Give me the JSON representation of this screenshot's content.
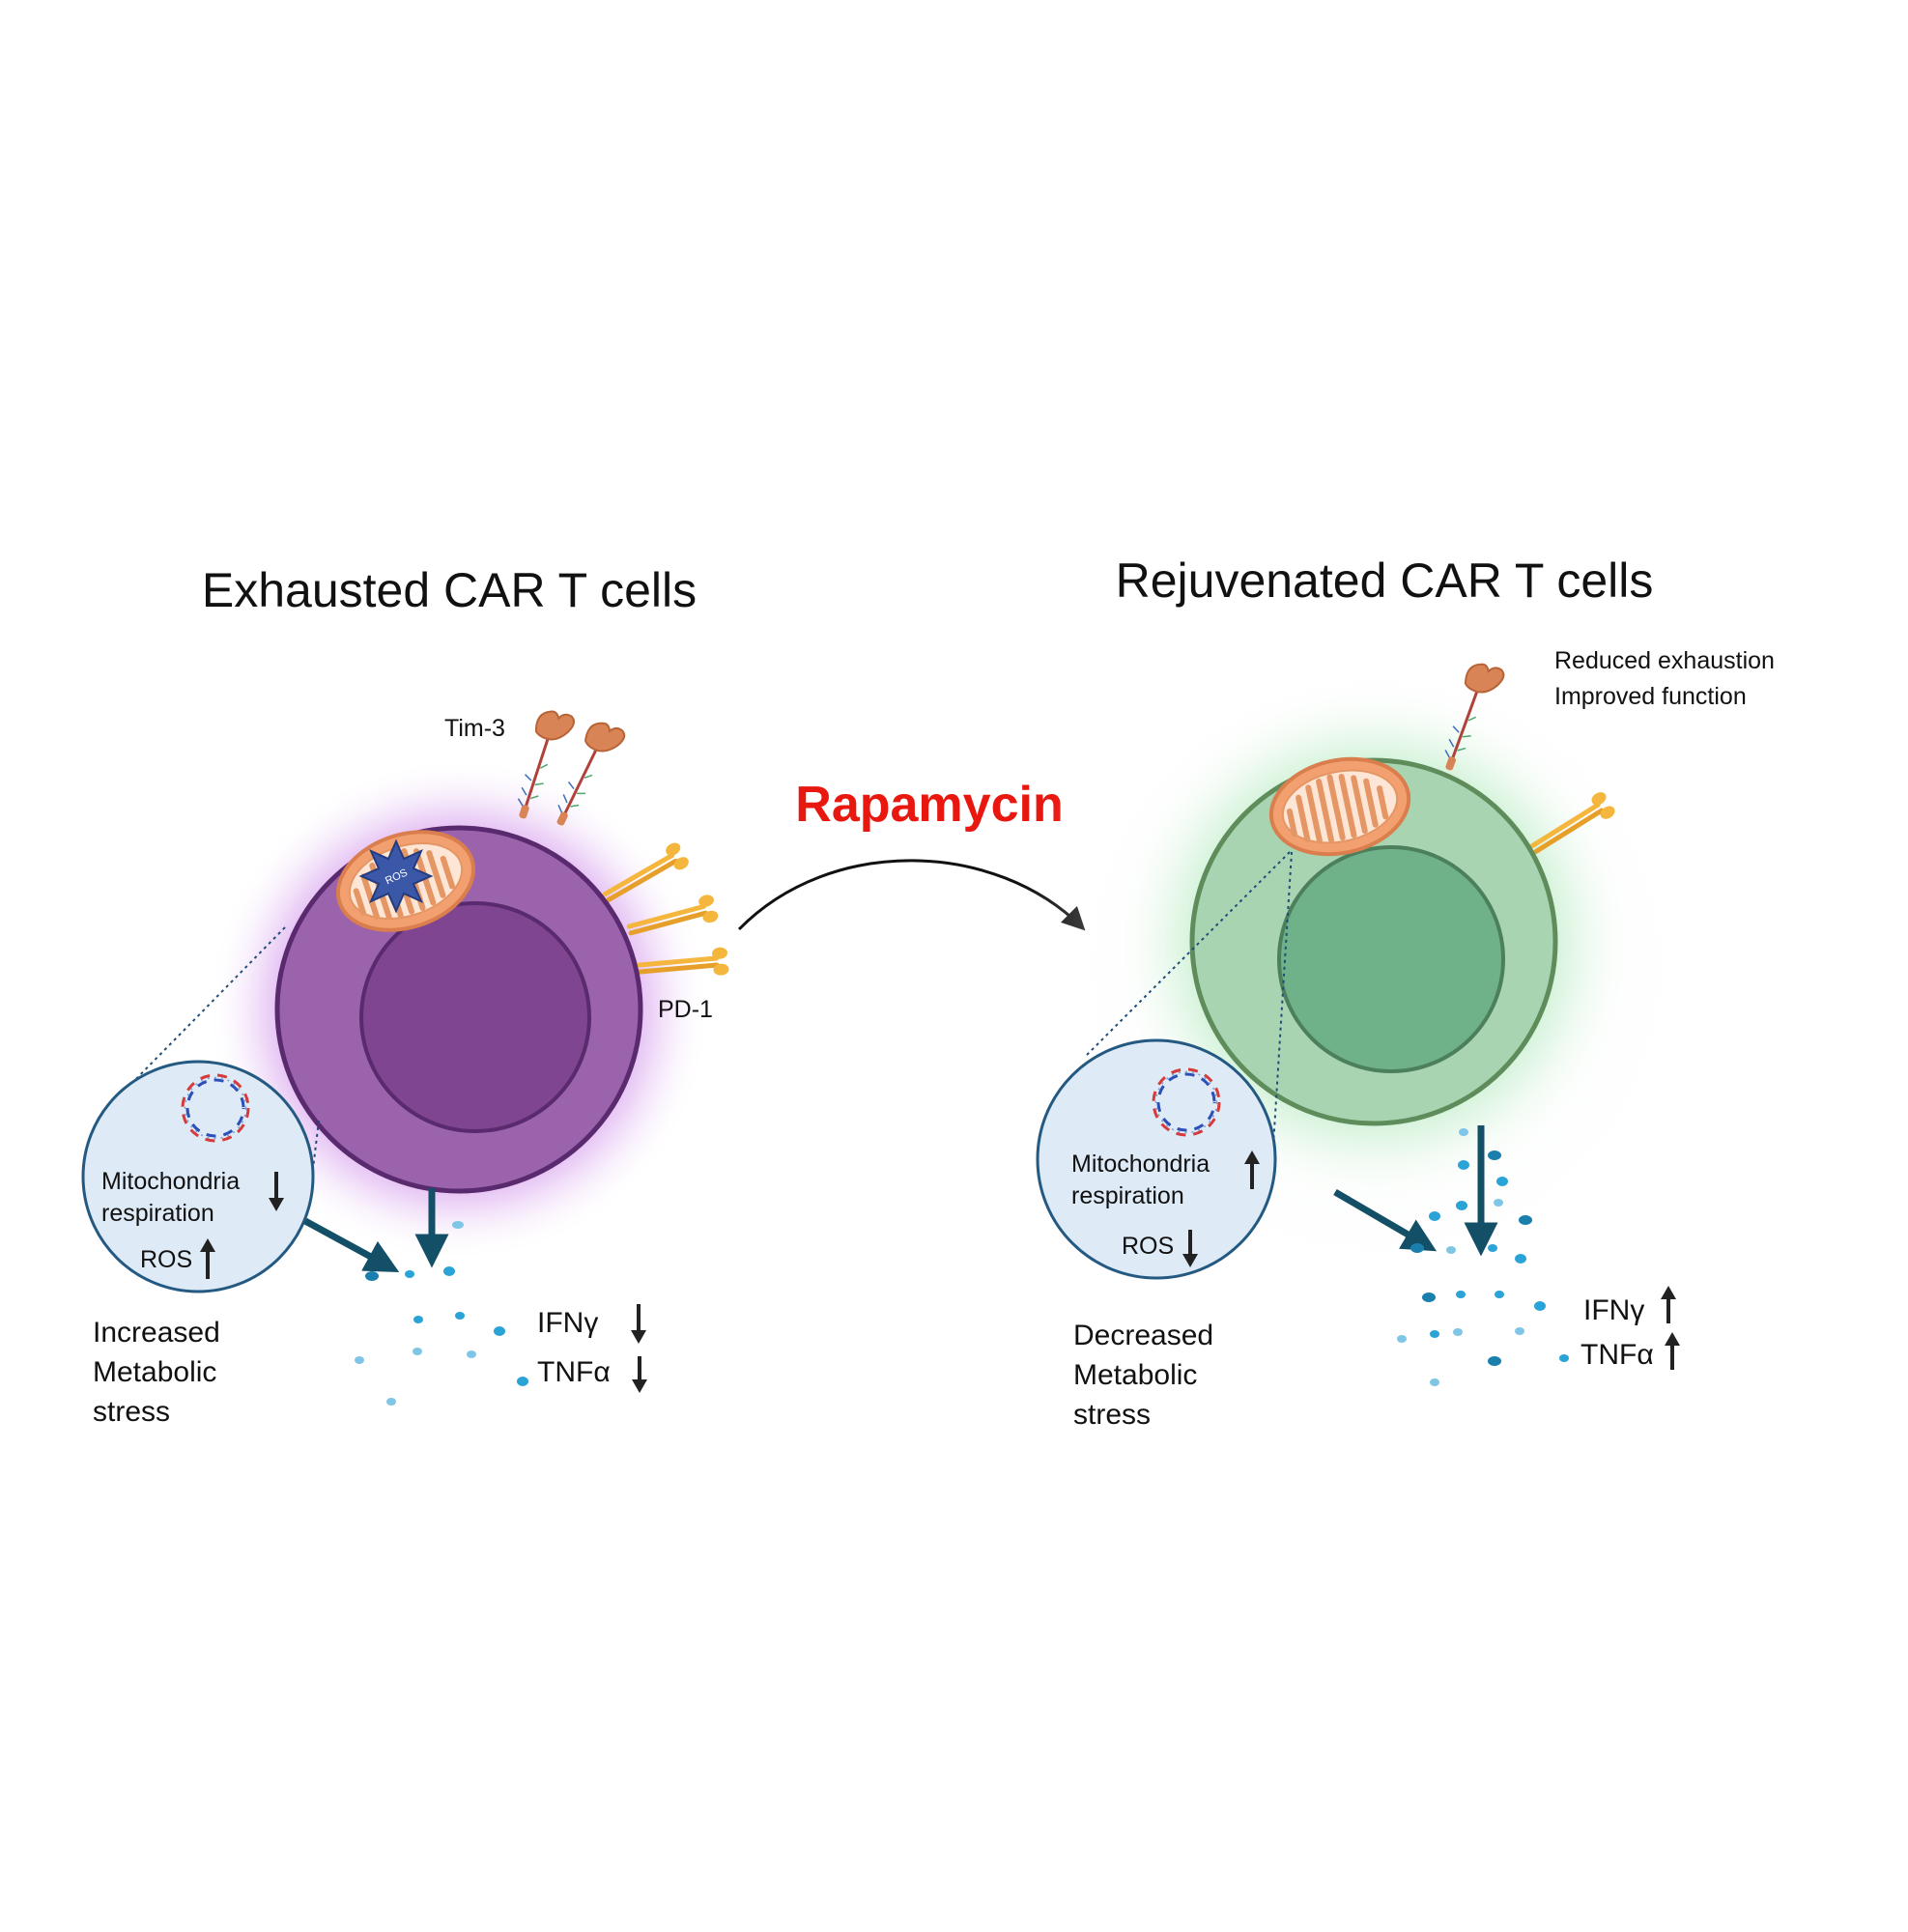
{
  "left_panel": {
    "title": "Exhausted CAR T cells",
    "marker_tim3": "Tim-3",
    "marker_pd1": "PD-1",
    "ros_badge": "ROS",
    "zoom_line1": "Mitochondria",
    "zoom_line2": "respiration",
    "zoom_mito_arrow": "down",
    "zoom_ros": "ROS",
    "zoom_ros_arrow": "up",
    "stress_line1": "Increased",
    "stress_line2": "Metabolic",
    "stress_line3": "stress",
    "cytokine1": "IFNγ",
    "cytokine1_arrow": "down",
    "cytokine2": "TNFα",
    "cytokine2_arrow": "down"
  },
  "treatment": {
    "label": "Rapamycin",
    "color": "#e8170f"
  },
  "right_panel": {
    "title": "Rejuvenated CAR T cells",
    "outcome_line1": "Reduced exhaustion",
    "outcome_line2": "Improved function",
    "zoom_line1": "Mitochondria",
    "zoom_line2": "respiration",
    "zoom_mito_arrow": "up",
    "zoom_ros": "ROS",
    "zoom_ros_arrow": "down",
    "stress_line1": "Decreased",
    "stress_line2": "Metabolic",
    "stress_line3": "stress",
    "cytokine1": "IFNγ",
    "cytokine1_arrow": "up",
    "cytokine2": "TNFα",
    "cytokine2_arrow": "up"
  },
  "colors": {
    "exhausted_cell": "#9b63ab",
    "exhausted_nucleus": "#7f4590",
    "exhausted_glow": "#c77ee6",
    "rejuvenated_cell": "#a8d4b2",
    "rejuvenated_nucleus": "#6fb28a",
    "rejuvenated_glow": "#9ee5ad",
    "mitochondria": "#f2a070",
    "receptor_pd1": "#f4b63d",
    "receptor_tim3": "#d88456",
    "cytokine_dot": "#2aa3d6",
    "arrow_dark": "#134f66"
  },
  "icons": [
    "mitochondrion-icon",
    "ros-star-icon",
    "dna-plasmid-icon",
    "pd1-receptor-icon",
    "tim3-receptor-icon",
    "cytokine-dot-icon"
  ]
}
